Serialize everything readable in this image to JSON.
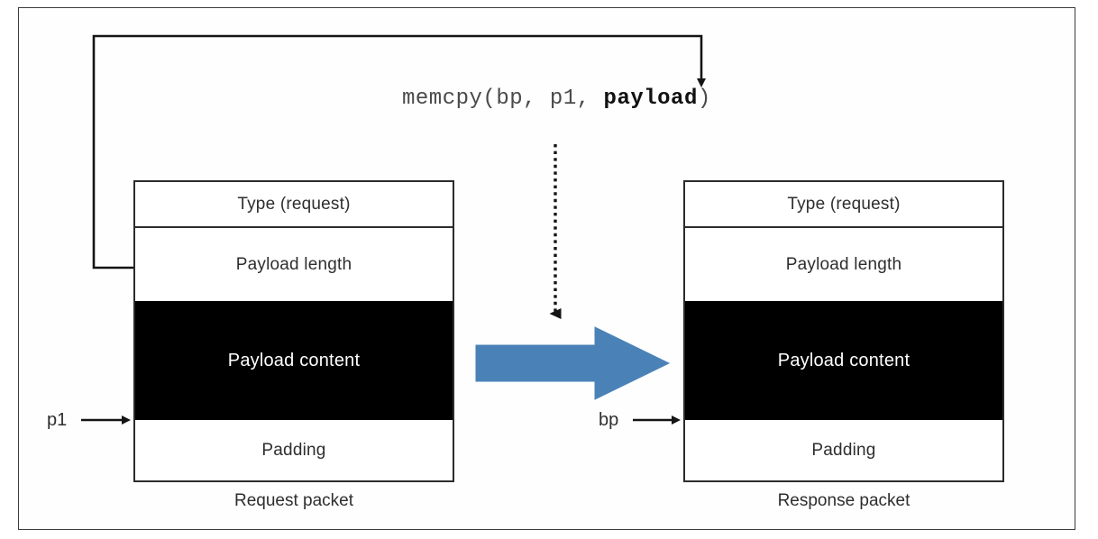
{
  "figure": {
    "title": "Heartbleed memcpy over-read diagram",
    "background": "#ffffff",
    "frame_color": "#3c3c3c"
  },
  "code": {
    "prefix": "memcpy(bp, p1, ",
    "highlight": "payload",
    "suffix": ")",
    "full_text": "memcpy(bp, p1, payload)"
  },
  "packets": [
    {
      "id": "request",
      "caption": "Request packet",
      "fields": [
        {
          "label": "Type (request)",
          "fill": "white"
        },
        {
          "label": "Payload length",
          "fill": "white"
        },
        {
          "label": "Payload content",
          "fill": "black"
        },
        {
          "label": "Padding",
          "fill": "white"
        }
      ]
    },
    {
      "id": "response",
      "caption": "Response packet",
      "fields": [
        {
          "label": "Type (request)",
          "fill": "white"
        },
        {
          "label": "Payload length",
          "fill": "white"
        },
        {
          "label": "Payload content",
          "fill": "black"
        },
        {
          "label": "Padding",
          "fill": "white"
        }
      ]
    }
  ],
  "pointers": [
    {
      "id": "p1",
      "label": "p1",
      "target": "request payload content start"
    },
    {
      "id": "bp",
      "label": "bp",
      "target": "response payload content start"
    }
  ],
  "connectors": {
    "length_to_code": {
      "from": "request payload length field",
      "to": "memcpy payload argument",
      "style": "solid",
      "color": "#141414"
    },
    "code_to_copy": {
      "from": "memcpy call",
      "to": "copy arrow",
      "style": "dotted",
      "color": "#141414"
    },
    "copy_arrow": {
      "from": "request packet",
      "to": "response packet",
      "style": "block-arrow",
      "color": "#4a82b8"
    }
  },
  "colors": {
    "payload_fill": "#000000",
    "payload_text": "#ffffff",
    "copy_arrow": "#4a82b8",
    "line": "#141414",
    "text": "#2e2e2e"
  }
}
